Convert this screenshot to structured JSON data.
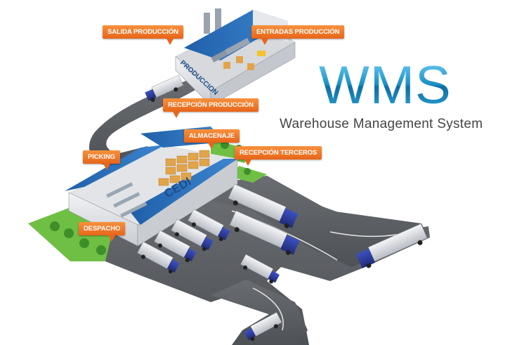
{
  "title": "WMS",
  "subtitle": "Warehouse Management System",
  "buildings": {
    "production_sign": "PRODUCCION",
    "cedi_sign": "CEDI"
  },
  "callouts": {
    "salida_produccion": "SALIDA PRODUCCIÓN",
    "entradas_produccion": "ENTRADAS PRODUCCIÓN",
    "recepcion_produccion": "RECEPCIÓN PRODUCCIÓN",
    "almacenaje": "ALMACENAJE",
    "picking": "PICKING",
    "recepcion_terceros": "RECEPCIÓN TERCEROS",
    "despacho": "DESPACHO"
  },
  "colors": {
    "callout": "#f07a28",
    "title_blue": "#1a8ec6",
    "roof_blue": "#2a6fb8",
    "road": "#5a5d63",
    "truck_cab": "#2c3f9e",
    "grass": "#6fbf45"
  }
}
